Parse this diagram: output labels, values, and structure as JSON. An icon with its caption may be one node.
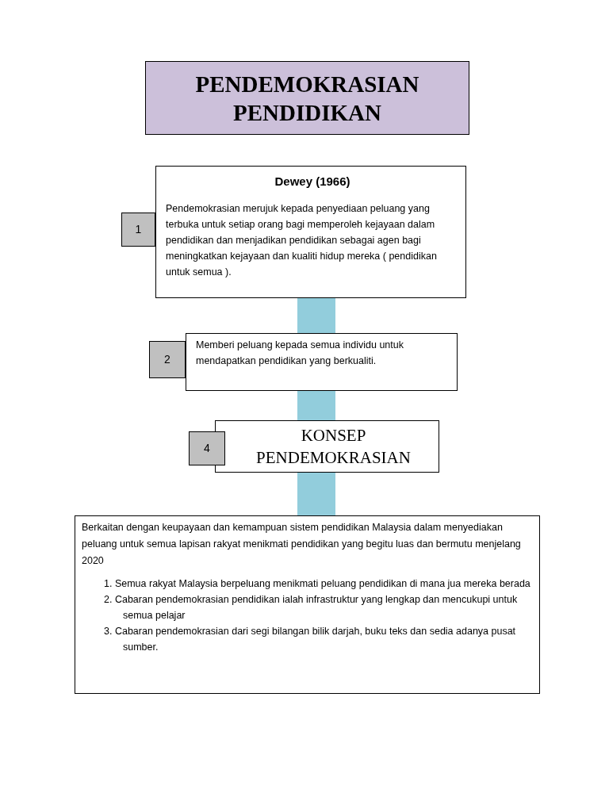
{
  "diagram": {
    "nodes": [
      {
        "text": [
          "PENDEMOKRASIAN PENDIDIKAN"
        ]
      },
      {
        "text": [
          "Dewey (1966)",
          "Pendemokrasian merujuk kepada penyediaan peluang yang terbuka untuk setiap orang bagi memperoleh kejayaan dalam pendidikan dan menjadikan pendidikan sebagai agen bagi meningkatkan kejayaan dan kualiti hidup mereka ( pendidikan untuk semua )."
        ]
      },
      {
        "text": [
          "1"
        ]
      },
      {
        "text": [
          "Memberi peluang kepada semua individu untuk mendapatkan pendidikan yang berkualiti."
        ]
      },
      {
        "text": [
          "2"
        ]
      },
      {
        "text": [
          "KONSEP PENDEMOKRASIAN"
        ]
      },
      {
        "text": [
          "4"
        ]
      },
      {
        "text": [
          "Berkaitan dengan keupayaan dan kemampuan sistem pendidikan Malaysia dalam menyediakan peluang untuk semua lapisan rakyat menikmati pendidikan yang begitu luas dan bermutu menjelang 2020",
          "1. Semua rakyat Malaysia berpeluang menikmati peluang pendidikan di mana jua mereka berada",
          "2. Cabaran pendemokrasian pendidikan ialah infrastruktur yang lengkap dan mencukupi untuk semua pelajar",
          "3. Cabaran pendemokrasian dari segi bilangan bilik darjah, buku teks dan sedia adanya pusat sumber."
        ]
      }
    ],
    "edges": [
      {
        "from": 1,
        "to": 3,
        "arrow": "none"
      },
      {
        "from": 3,
        "to": 5,
        "arrow": "none"
      },
      {
        "from": 5,
        "to": 7,
        "arrow": "none"
      }
    ]
  }
}
